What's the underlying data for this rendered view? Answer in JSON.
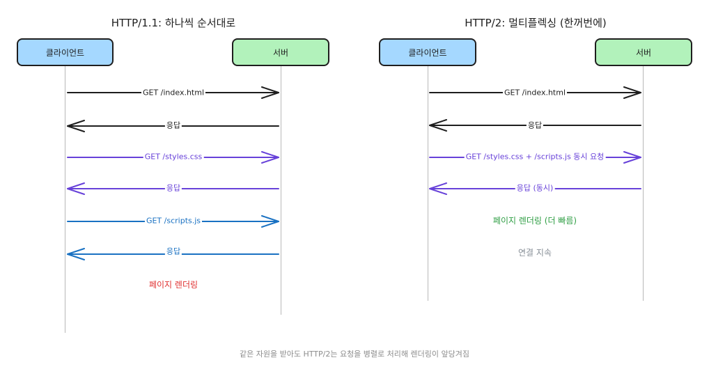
{
  "left": {
    "title": "HTTP/1.1: 하나씩 순서대로",
    "client_label": "클라이언트",
    "server_label": "서버",
    "messages": [
      {
        "label": "GET /index.html",
        "direction": "request",
        "color": "#1e1e1e"
      },
      {
        "label": "응답",
        "direction": "response",
        "color": "#1e1e1e"
      },
      {
        "label": "GET /styles.css",
        "direction": "request",
        "color": "#6741d9"
      },
      {
        "label": "응답",
        "direction": "response",
        "color": "#6741d9"
      },
      {
        "label": "GET /scripts.js",
        "direction": "request",
        "color": "#1971c2"
      },
      {
        "label": "응답",
        "direction": "response",
        "color": "#1971c2"
      }
    ],
    "notes": [
      {
        "text": "페이지 렌더링",
        "color": "#e03131"
      }
    ]
  },
  "right": {
    "title": "HTTP/2: 멀티플렉싱 (한꺼번에)",
    "client_label": "클라이언트",
    "server_label": "서버",
    "messages": [
      {
        "label": "GET /index.html",
        "direction": "request",
        "color": "#1e1e1e"
      },
      {
        "label": "응답",
        "direction": "response",
        "color": "#1e1e1e"
      },
      {
        "label": "GET /styles.css + /scripts.js 동시 요청",
        "direction": "request",
        "color": "#6741d9"
      },
      {
        "label": "응답 (동시)",
        "direction": "response",
        "color": "#6741d9"
      }
    ],
    "notes": [
      {
        "text": "페이지 렌더링 (더 빠름)",
        "color": "#2f9e44"
      },
      {
        "text": "연결 지속",
        "color": "#868e96"
      }
    ]
  },
  "caption": "같은 자원을 받아도 HTTP/2는 요청을 병렬로 처리해 렌더링이 앞당겨짐"
}
